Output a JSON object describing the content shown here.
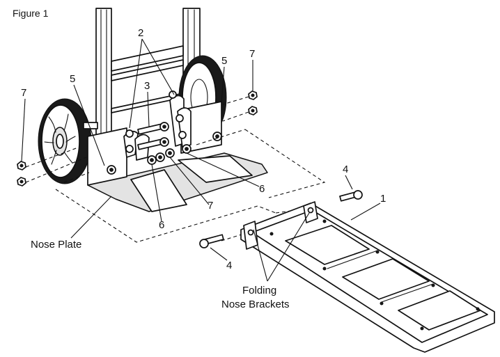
{
  "figure": {
    "title": "Figure 1",
    "callouts": {
      "c1": "1",
      "c2": "2",
      "c3": "3",
      "c4a": "4",
      "c4b": "4",
      "c5a": "5",
      "c5b": "5",
      "c6a": "6",
      "c6b": "6",
      "c7a": "7",
      "c7b": "7",
      "c7c": "7"
    },
    "nose_plate_label": "Nose Plate",
    "folding_brackets_label_line1": "Folding",
    "folding_brackets_label_line2": "Nose Brackets"
  }
}
